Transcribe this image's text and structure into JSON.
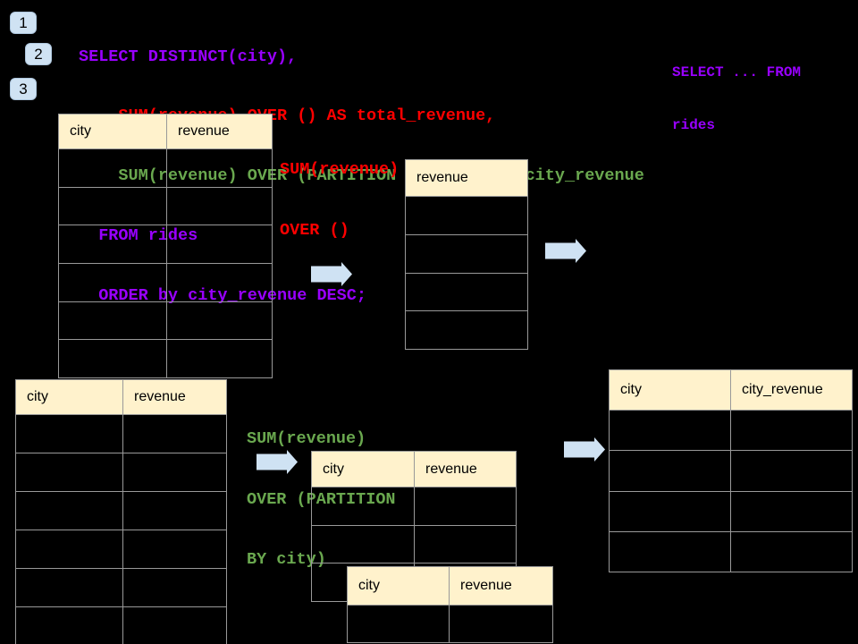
{
  "colors": {
    "background": "#000000",
    "sql_purple": "#9900ff",
    "sql_red": "#ff0000",
    "sql_green": "#6aa84f",
    "table_header_bg": "#fff2cc",
    "table_border": "#999999",
    "arrow_fill": "#cfe2f3",
    "badge_bg": "#cfe2f3"
  },
  "badges": [
    {
      "label": "1"
    },
    {
      "label": "2"
    },
    {
      "label": "3"
    }
  ],
  "sql": {
    "lines": [
      {
        "text": "SELECT DISTINCT(city),",
        "color": "purple"
      },
      {
        "text": "    SUM(revenue) OVER () AS total_revenue,",
        "color": "red"
      },
      {
        "text": "    SUM(revenue) OVER (PARTITION BY city) as city_revenue",
        "color": "green"
      },
      {
        "text": "  FROM rides",
        "color": "purple"
      },
      {
        "text": "  ORDER by city_revenue DESC;",
        "color": "purple"
      }
    ]
  },
  "side_note": {
    "lines": [
      "SELECT ... FROM",
      "rides"
    ]
  },
  "labels": {
    "total": {
      "lines": [
        "SUM(revenue)",
        "OVER ()"
      ]
    },
    "partition": {
      "lines": [
        "SUM(revenue)",
        "OVER (PARTITION",
        "BY city)"
      ]
    }
  },
  "tables": {
    "source_top": {
      "headers": [
        "city",
        "revenue"
      ],
      "body_rows": 6
    },
    "total_result": {
      "headers": [
        "revenue"
      ],
      "body_rows": 4
    },
    "source_bottom": {
      "headers": [
        "city",
        "revenue"
      ],
      "body_rows": 6
    },
    "partition_mid": {
      "headers": [
        "city",
        "revenue"
      ],
      "body_rows": 3
    },
    "partition_overlay": {
      "headers": [
        "city",
        "revenue"
      ],
      "body_rows": 1
    },
    "final_result": {
      "headers": [
        "city",
        "city_revenue"
      ],
      "body_rows": 4
    }
  }
}
